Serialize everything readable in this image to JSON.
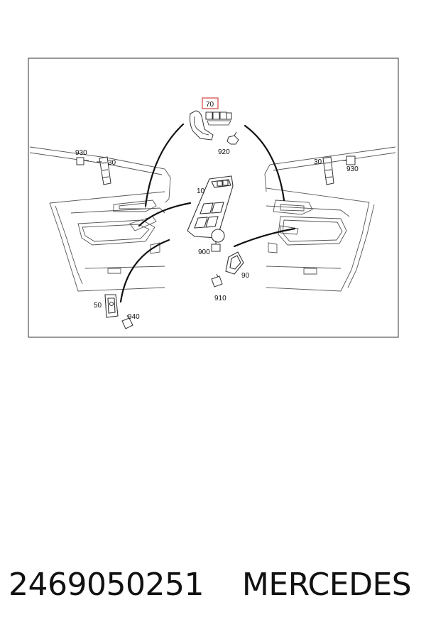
{
  "diagram": {
    "labels": {
      "l70": "70",
      "l920": "920",
      "l930_left": "930",
      "l30_left": "30",
      "l10": "10",
      "l900": "900",
      "l30_right": "30",
      "l930_right": "930",
      "l90": "90",
      "l910": "910",
      "l50": "50",
      "l940": "940"
    },
    "highlight_color": "#d9534f"
  },
  "caption": {
    "part_number": "2469050251",
    "brand": "MERCEDES"
  }
}
